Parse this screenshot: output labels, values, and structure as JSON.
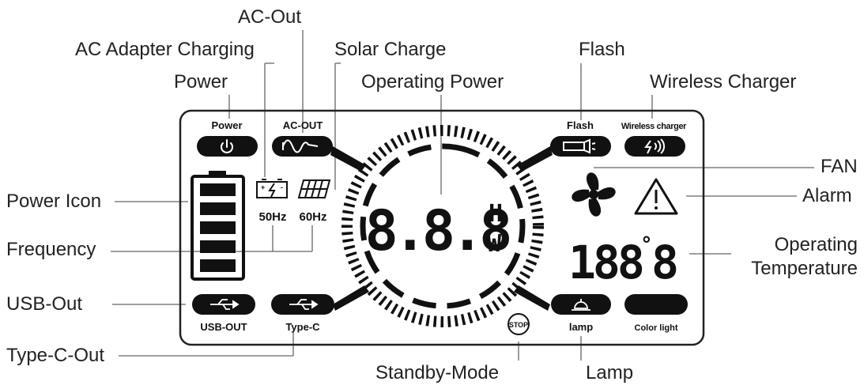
{
  "callouts": {
    "ac_out": "AC-Out",
    "ac_adapter_charging": "AC Adapter Charging",
    "solar_charge": "Solar Charge",
    "flash": "Flash",
    "power": "Power",
    "operating_power": "Operating Power",
    "wireless_charger": "Wireless Charger",
    "fan": "FAN",
    "power_icon": "Power Icon",
    "alarm": "Alarm",
    "frequency": "Frequency",
    "operating_temperature_1": "Operating",
    "operating_temperature_2": "Temperature",
    "usb_out": "USB-Out",
    "type_c_out": "Type-C-Out",
    "standby_mode": "Standby-Mode",
    "lamp": "Lamp"
  },
  "panel": {
    "power_label": "Power",
    "ac_out_label": "AC-OUT",
    "flash_label": "Flash",
    "wireless_label": "Wireless charger",
    "hz50": "50Hz",
    "hz60": "60Hz",
    "usb_out_label": "USB-OUT",
    "type_c_label": "Type-C",
    "lamp_label": "lamp",
    "color_light_label": "Color light",
    "stop_text": "STOP",
    "power_digits": "8.8.8",
    "unit_h": "H",
    "unit_w": "W",
    "temp_digits": "188",
    "temp_degree": "°",
    "temp_unit": "8"
  },
  "icons": {
    "power": "power-icon",
    "ac_wave": "sine-wave-icon",
    "flash": "flashlight-icon",
    "wireless": "wireless-charge-icon",
    "battery": "battery-icon",
    "adapter": "battery-charge-icon",
    "solar": "solar-panel-icon",
    "fan": "fan-icon",
    "alarm": "warning-icon",
    "usb": "usb-icon",
    "lamp": "lamp-icon",
    "stop": "stop-icon"
  },
  "colors": {
    "ink": "#111111",
    "background": "#ffffff"
  }
}
